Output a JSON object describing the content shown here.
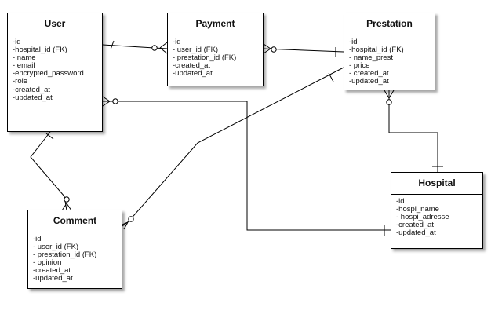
{
  "entities": {
    "user": {
      "title": "User",
      "attributes": [
        "-id",
        "-hospital_id (FK)",
        "- name",
        "- email",
        "-encrypted_password",
        "-role",
        "-created_at",
        "-updated_at"
      ]
    },
    "payment": {
      "title": "Payment",
      "attributes": [
        "-id",
        "- user_id (FK)",
        "- prestation_id (FK)",
        "-created_at",
        "-updated_at"
      ]
    },
    "prestation": {
      "title": "Prestation",
      "attributes": [
        "-id",
        "-hospital_id (FK)",
        "- name_prest",
        "- price",
        "- created_at",
        "-updated_at"
      ]
    },
    "hospital": {
      "title": "Hospital",
      "attributes": [
        "-id",
        "-hospi_name",
        "- hospi_adresse",
        "-created_at",
        "-updated_at"
      ]
    },
    "comment": {
      "title": "Comment",
      "attributes": [
        "-id",
        "- user_id (FK)",
        "- prestation_id (FK)",
        "- opinion",
        "-created_at",
        "-updated_at"
      ]
    }
  }
}
